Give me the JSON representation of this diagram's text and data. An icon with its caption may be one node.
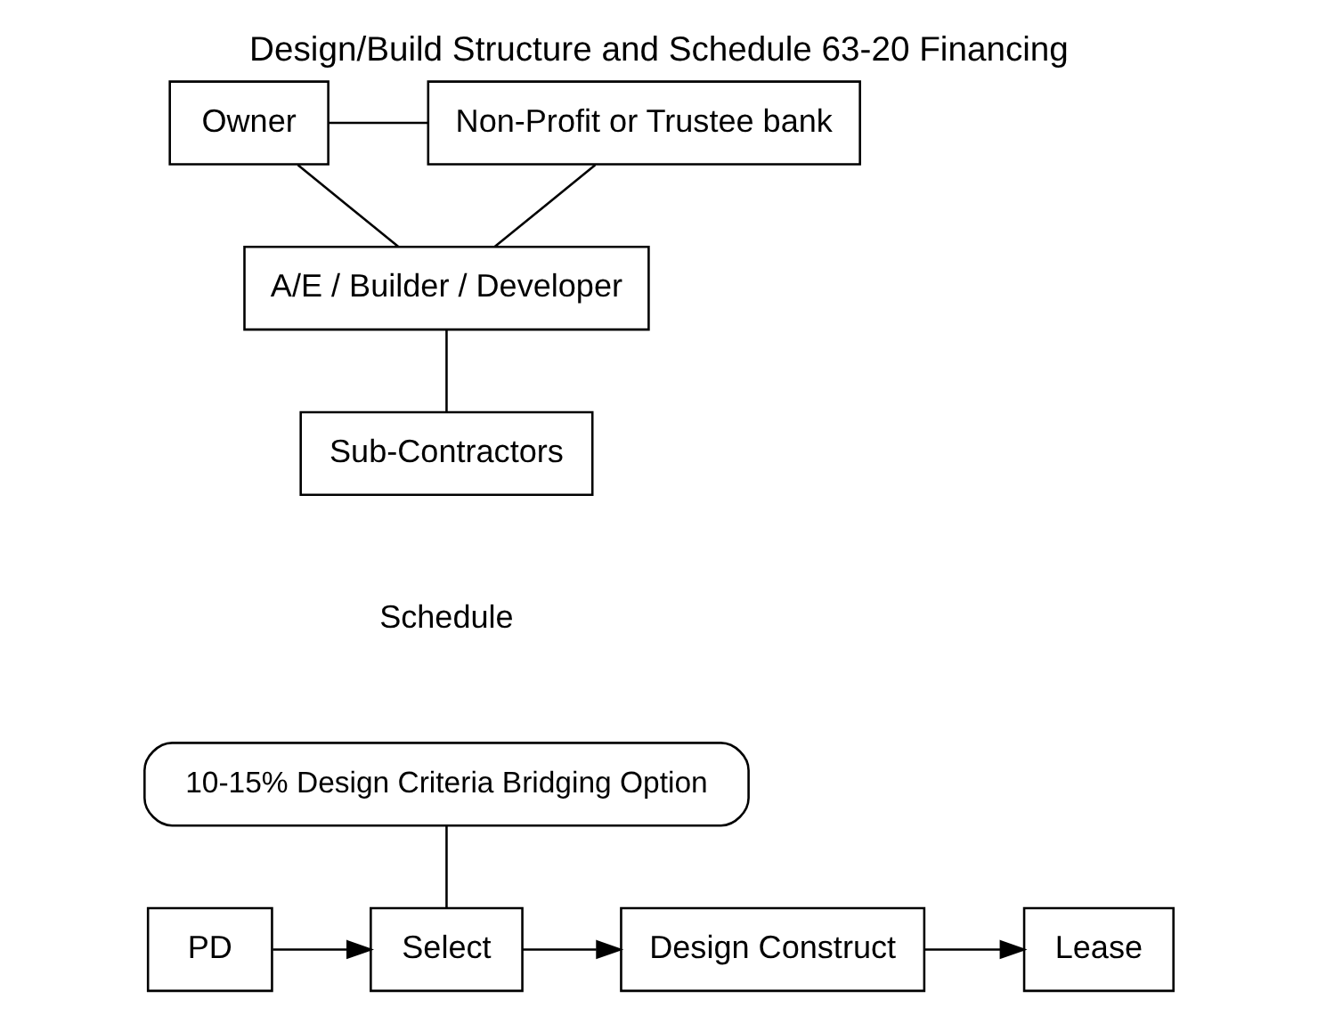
{
  "diagram": {
    "title": "Design/Build Structure and Schedule 63-20 Financing",
    "nodes": [
      {
        "text": [
          "Owner"
        ]
      },
      {
        "text": [
          "Non-Profit or Trustee bank"
        ]
      },
      {
        "text": [
          "A/E / Builder / Developer"
        ]
      },
      {
        "text": [
          "Sub-Contractors"
        ]
      },
      {
        "text": [
          "10-15% Design Criteria Bridging Option"
        ]
      },
      {
        "text": [
          "PD"
        ]
      },
      {
        "text": [
          "Select"
        ]
      },
      {
        "text": [
          "Design Construct"
        ]
      },
      {
        "text": [
          "Lease"
        ]
      }
    ],
    "edges": [
      {
        "from": 0,
        "to": 1,
        "arrow": "none"
      },
      {
        "from": 0,
        "to": 2,
        "arrow": "none"
      },
      {
        "from": 1,
        "to": 2,
        "arrow": "none"
      },
      {
        "from": 2,
        "to": 3,
        "arrow": "none"
      },
      {
        "from": 4,
        "to": 6,
        "arrow": "none"
      },
      {
        "from": 5,
        "to": 6,
        "arrow": "to"
      },
      {
        "from": 6,
        "to": 7,
        "arrow": "to"
      },
      {
        "from": 7,
        "to": 8,
        "arrow": "to"
      }
    ],
    "labels": [
      "Schedule"
    ]
  }
}
